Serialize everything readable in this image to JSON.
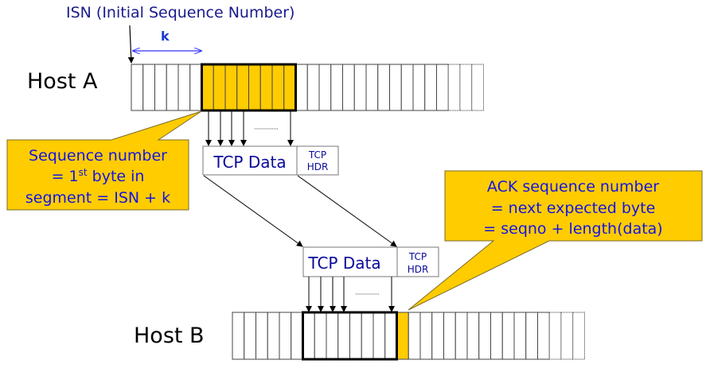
{
  "title": "ISN (Initial Sequence Number)",
  "k_label": "k",
  "host_a": {
    "label": "Host A",
    "total_cells": 30,
    "dotted_cells": 3,
    "segment_start_cell": 6,
    "segment_cells": 8,
    "segment_fill": "#ffcc00"
  },
  "host_b": {
    "label": "Host B",
    "total_cells": 30,
    "dotted_cells": 3,
    "segment_start_cell": 6,
    "segment_cells": 8,
    "next_expected_fill": "#ffcc00"
  },
  "segment_sent": {
    "data_label": "TCP Data",
    "hdr_line1": "TCP",
    "hdr_line2": "HDR"
  },
  "segment_received": {
    "data_label": "TCP Data",
    "hdr_line1": "TCP",
    "hdr_line2": "HDR"
  },
  "callout_seq": {
    "line1": "Sequence number",
    "line2_pre": "= 1",
    "line2_sup": "st",
    "line2_post": " byte in",
    "line3": "segment = ISN + k",
    "fill": "#ffcc00"
  },
  "callout_ack": {
    "line1": "ACK sequence number",
    "line2": "= next expected byte",
    "line3": "= seqno + length(data)",
    "fill": "#ffcc00"
  },
  "colors": {
    "text_blue": "#1414e6",
    "callout_yellow": "#ffcc00",
    "arrow_blue": "#3333ff"
  }
}
